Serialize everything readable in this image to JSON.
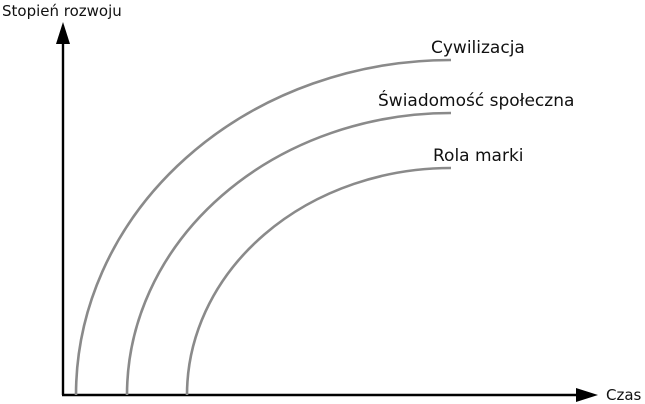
{
  "axes": {
    "y_label": "Stopień rozwoju",
    "x_label": "Czas"
  },
  "curves": [
    {
      "label": "Cywilizacja"
    },
    {
      "label": "Świadomość społeczna"
    },
    {
      "label": "Rola marki"
    }
  ],
  "colors": {
    "axis": "#000000",
    "curve": "#8a8a8a",
    "text": "#111111"
  }
}
